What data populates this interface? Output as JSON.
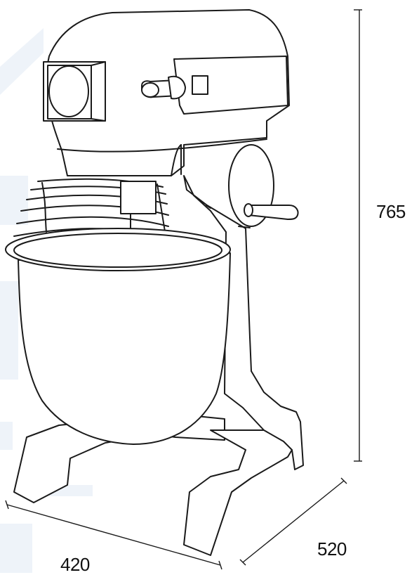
{
  "dimensions": {
    "height": "765",
    "width": "420",
    "depth": "520"
  },
  "colors": {
    "line": "#1a1a1a",
    "watermark": "#eef3f9",
    "background": "#ffffff"
  }
}
